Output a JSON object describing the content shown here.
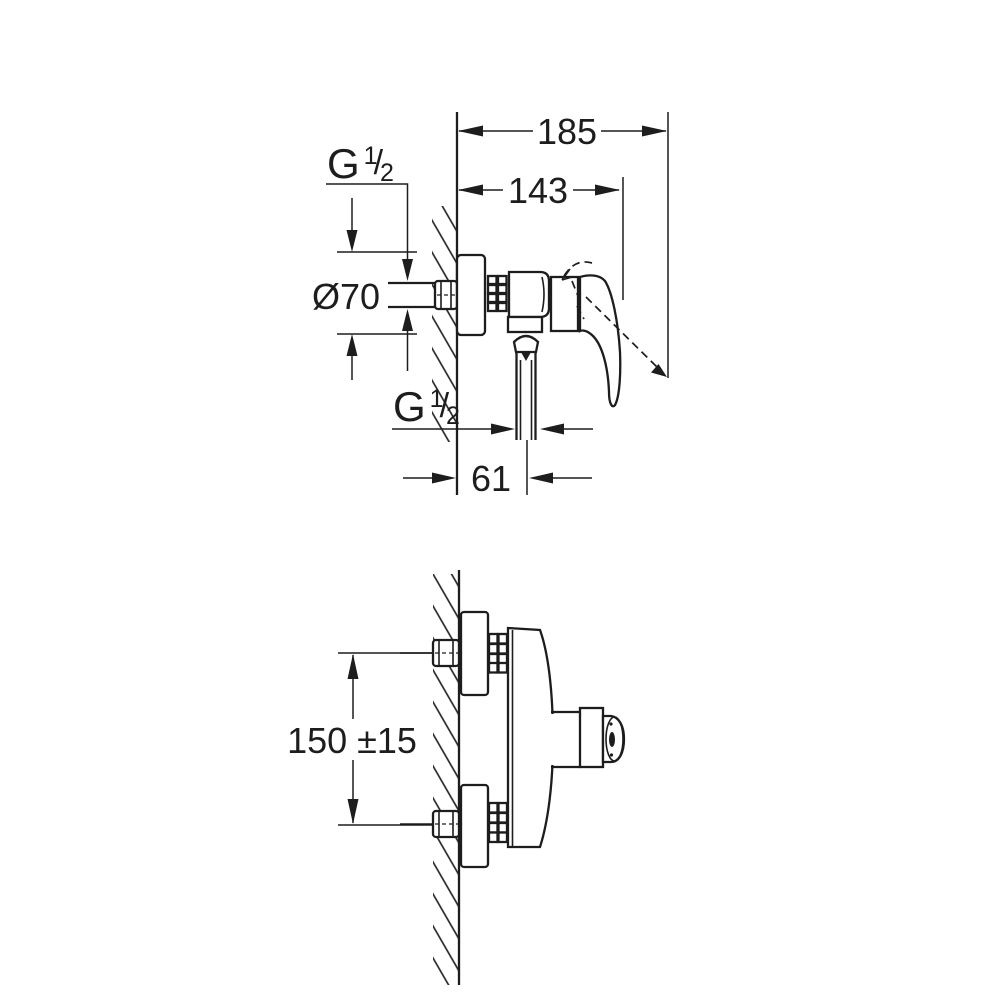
{
  "meta": {
    "ink": "#1d1d1d",
    "background": "#ffffff"
  },
  "labels": {
    "dim_185": "185",
    "dim_143": "143",
    "dim_70": "Ø70",
    "dim_61": "61",
    "dim_150": "150 ±15",
    "thread": {
      "base": "G",
      "numerator": "1",
      "slash": "/",
      "denominator": "2"
    }
  }
}
